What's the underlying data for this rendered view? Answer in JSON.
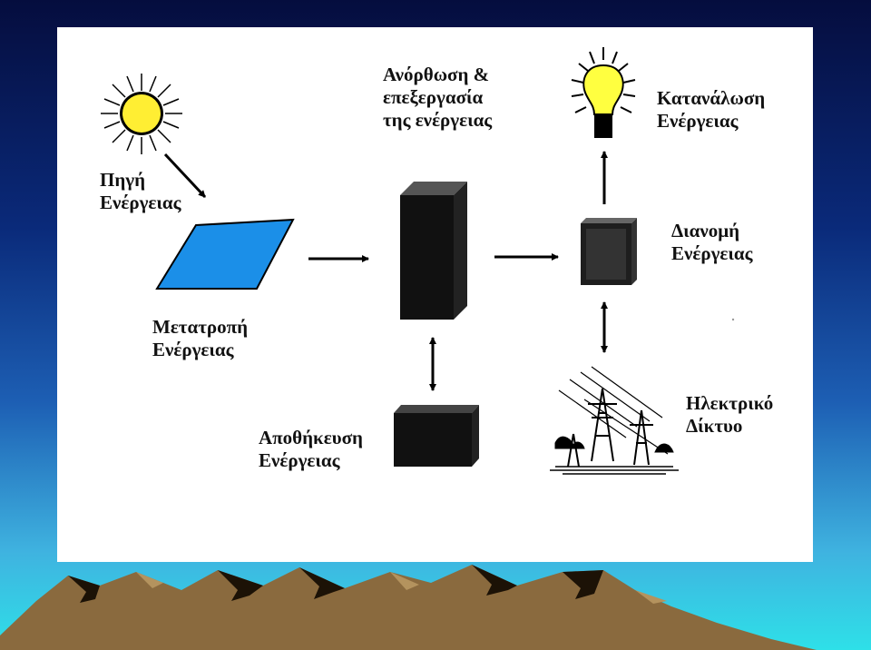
{
  "labels": {
    "source_line1": "Πηγή",
    "source_line2": "Ενέργειας",
    "conversion_line1": "Μετατροπή",
    "conversion_line2": "Ενέργειας",
    "processing_line1": "Ανόρθωση &",
    "processing_line2": "επεξεργασία",
    "processing_line3": "της ενέργειας",
    "consumption_line1": "Κατανάλωση",
    "consumption_line2": "Ενέργειας",
    "distribution_line1": "Διανομή",
    "distribution_line2": "Ενέργειας",
    "storage_line1": "Αποθήκευση",
    "storage_line2": "Ενέργειας",
    "grid_line1": "Ηλεκτρικό",
    "grid_line2": "Δίκτυο"
  },
  "icons": {
    "sun": "sun-icon",
    "solar_panel": "solar-panel-icon",
    "processing_unit": "processing-unit-icon",
    "light_bulb": "light-bulb-icon",
    "distribution_box": "distribution-box-icon",
    "storage_battery": "storage-battery-icon",
    "power_grid": "power-grid-icon"
  },
  "colors": {
    "panel": "#1b8fe8",
    "sun": "#ffee33",
    "bulb": "#ffff40",
    "units": "#111111",
    "mountains": "#8a6a3e"
  }
}
